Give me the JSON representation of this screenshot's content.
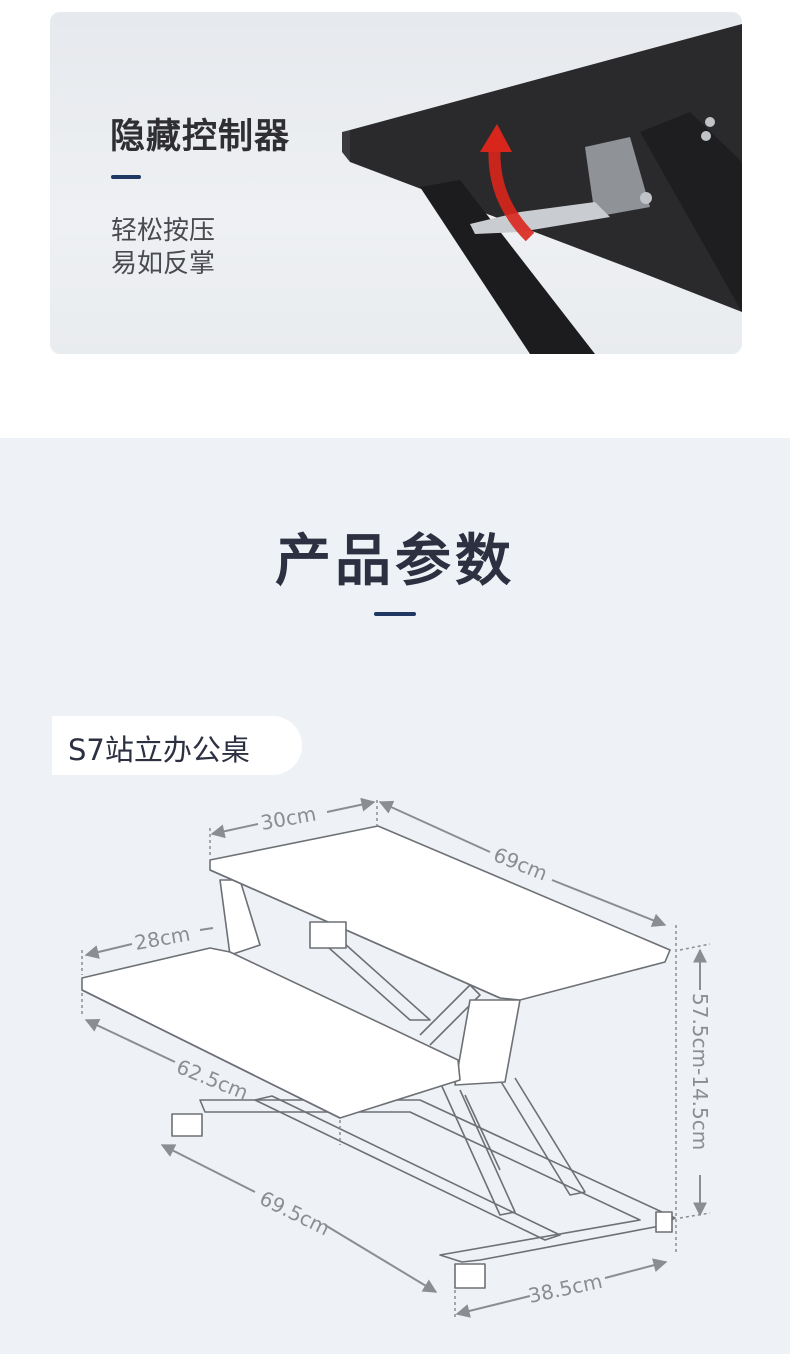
{
  "feature": {
    "title": "隐藏控制器",
    "lines": [
      "轻松按压",
      "易如反掌"
    ]
  },
  "params": {
    "title": "产品参数",
    "model_label": "S7站立办公桌",
    "dimensions": {
      "top_depth": "30cm",
      "top_width": "69cm",
      "keyboard_depth": "28cm",
      "keyboard_width": "62.5cm",
      "height_range": "57.5cm-14.5cm",
      "base_length": "69.5cm",
      "base_width": "38.5cm"
    }
  },
  "colors": {
    "accent": "#1f3763",
    "arrow": "#d9261c",
    "section_bg": "#eef2f6"
  }
}
